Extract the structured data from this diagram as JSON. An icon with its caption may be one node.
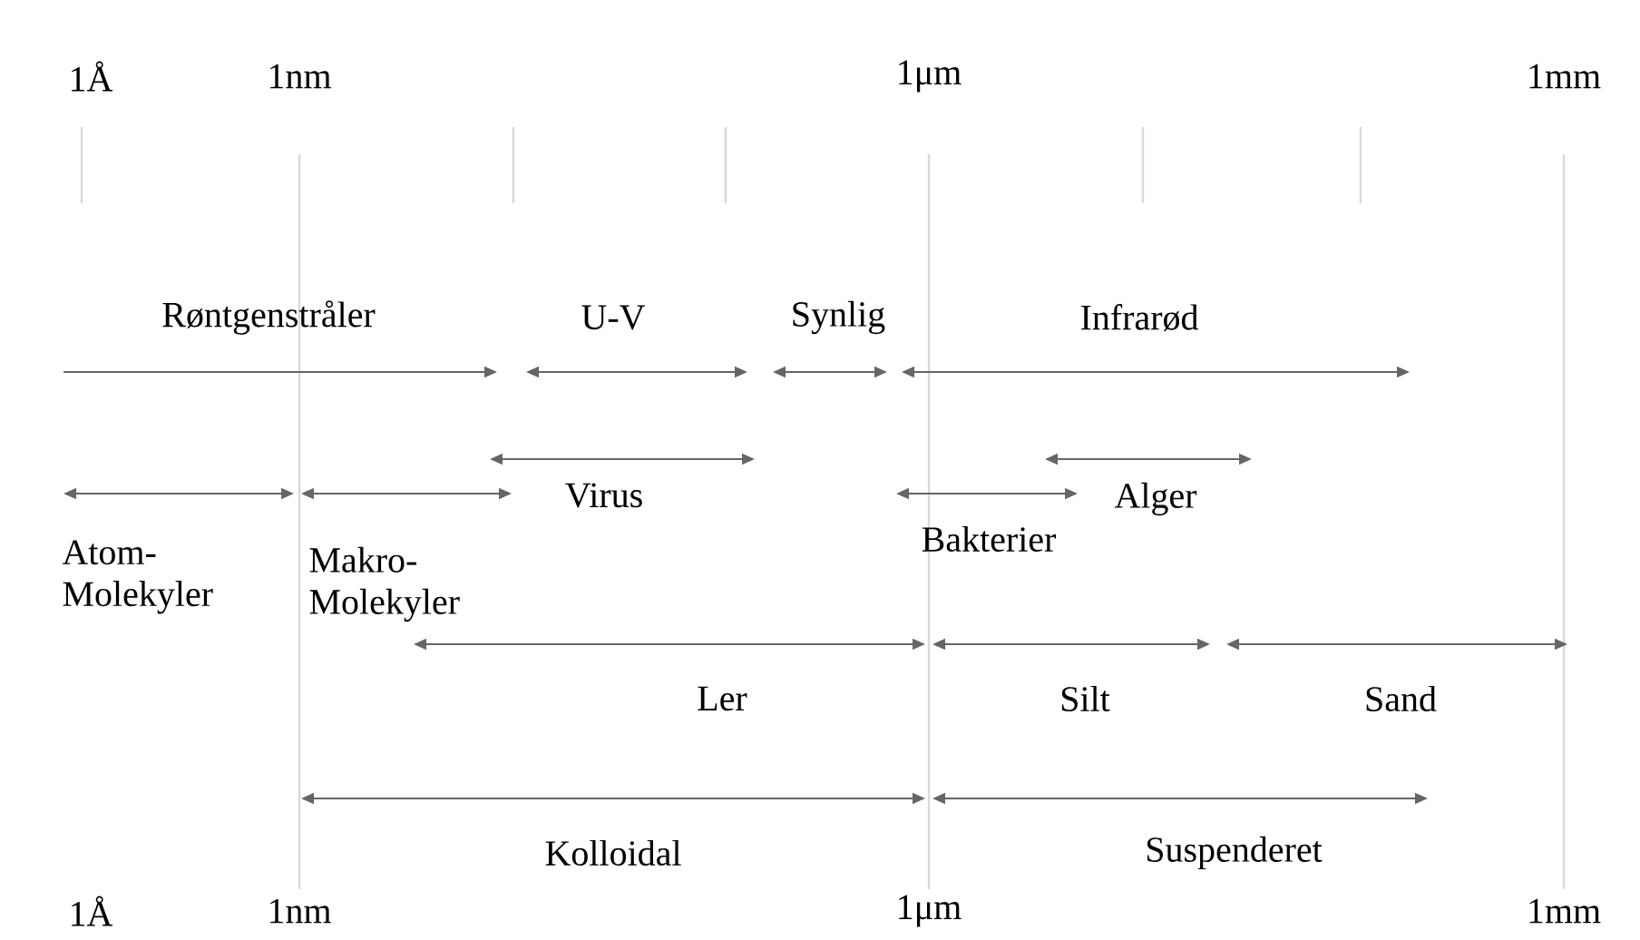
{
  "diagram": {
    "labels": [
      "1Å",
      "1nm",
      "1μm",
      "1mm",
      "Røntgenstråler",
      "U-V",
      "Synlig",
      "Infrarød",
      "Virus",
      "Alger",
      "Atom- Molekyler",
      "Makro- Molekyler",
      "Bakterier",
      "Ler",
      "Silt",
      "Sand",
      "Kolloidal",
      "Suspenderet",
      "1Å",
      "1nm",
      "1μm",
      "1mm"
    ]
  }
}
